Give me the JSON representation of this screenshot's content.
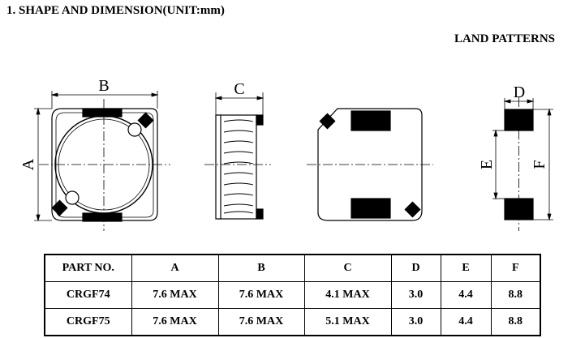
{
  "heading": "1. SHAPE AND DIMENSION(UNIT:mm)",
  "land_patterns_label": "LAND PATTERNS",
  "dimension_labels": {
    "a": "A",
    "b": "B",
    "c": "C",
    "d": "D",
    "e": "E",
    "f": "F"
  },
  "table": {
    "headers": [
      "PART NO.",
      "A",
      "B",
      "C",
      "D",
      "E",
      "F"
    ],
    "rows": [
      [
        "CRGF74",
        "7.6 MAX",
        "7.6 MAX",
        "4.1 MAX",
        "3.0",
        "4.4",
        "8.8"
      ],
      [
        "CRGF75",
        "7.6 MAX",
        "7.6 MAX",
        "5.1 MAX",
        "3.0",
        "4.4",
        "8.8"
      ]
    ]
  }
}
